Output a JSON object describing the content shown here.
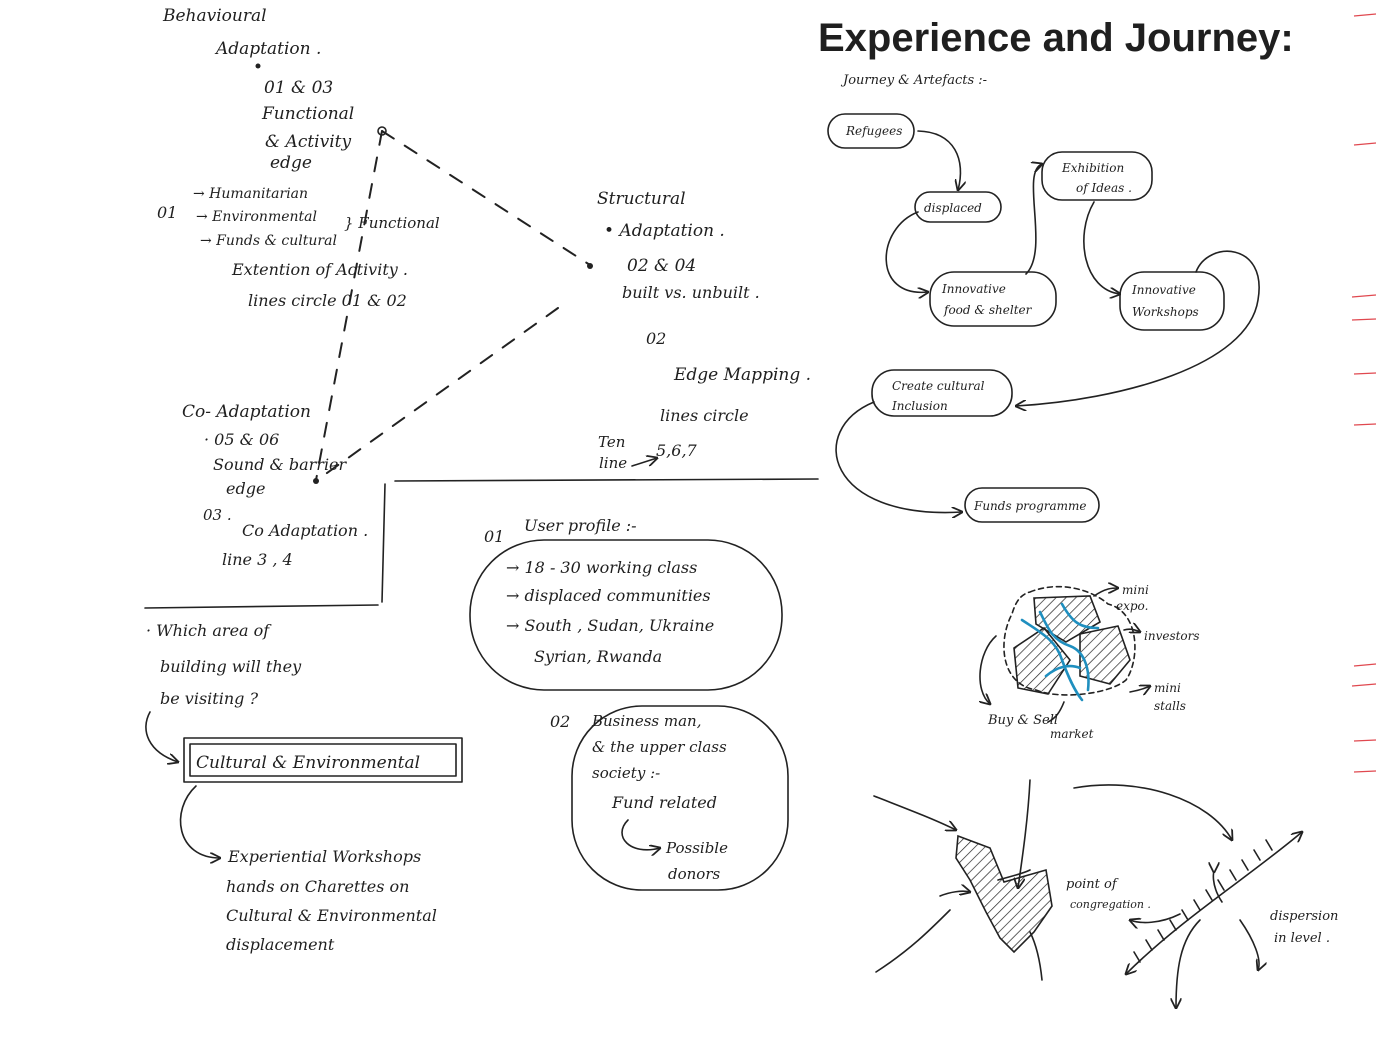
{
  "title": "Experience and Journey:",
  "accent_color": "#d6252f",
  "ink_color": "#222222",
  "sketch_color": "#1f8fbf",
  "adaptation_diagram": {
    "behavioural": {
      "lines": [
        "Behavioural",
        "Adaptation .",
        "01 & 03",
        "Functional",
        "& Activity",
        "edge"
      ]
    },
    "functional_list": {
      "number": "01",
      "items": [
        "→ Humanitarian",
        "→ Environmental",
        "→ Funds & cultural"
      ],
      "group_label": "} Functional",
      "extension_lines": [
        "Extention of Activity .",
        "lines circle   01 & 02"
      ]
    },
    "structural": {
      "lines": [
        "Structural",
        "• Adaptation .",
        "02 & 04",
        "built vs. unbuilt ."
      ],
      "edge_mapping": [
        "02",
        "Edge Mapping .",
        "lines circle"
      ],
      "ten_line": [
        "Ten",
        "line"
      ],
      "ten_value": "5,6,7"
    },
    "co_adaptation": {
      "lines": [
        "Co- Adaptation",
        "· 05 & 06",
        "Sound & barrier",
        "edge"
      ],
      "note_number": "03 .",
      "note_lines": [
        "Co Adaptation .",
        "line 3 , 4"
      ]
    }
  },
  "journey": {
    "heading": "Journey & Artefacts :-",
    "nodes": {
      "refugees": "Refugees",
      "displaced": "displaced",
      "exhibition": [
        "Exhibition",
        "of Ideas ."
      ],
      "innovative_food": [
        "Innovative",
        "food & shelter"
      ],
      "innovative_workshops": [
        "Innovative",
        "Workshops"
      ],
      "cultural_inclusion": [
        "Create cultural",
        "Inclusion"
      ],
      "funds_programme": "Funds programme"
    }
  },
  "user_profile": {
    "number_01": "01",
    "heading": "User profile :-",
    "items": [
      "→  18 - 30  working class",
      "→  displaced  communities",
      "→  South , Sudan, Ukraine",
      "Syrian,  Rwanda"
    ],
    "number_02": "02",
    "group_two": [
      "Business man,",
      "& the upper class",
      "society :-",
      "Fund related"
    ],
    "donors": [
      "Possible",
      "donors"
    ]
  },
  "visit": {
    "question": [
      "· Which area of",
      "building will they",
      "be visiting ?"
    ],
    "box_label": "Cultural  & Environmental",
    "outcome": [
      "Experiential  Workshops",
      "hands on Charettes on",
      "Cultural  &  Environmental",
      "displacement"
    ]
  },
  "sketch_top": {
    "labels": [
      "mini",
      "expo.",
      "investors",
      "mini",
      "stalls",
      "Buy & Sell",
      "market"
    ]
  },
  "sketch_bottom": {
    "labels": [
      "point of",
      "congregation .",
      "dispersion",
      "in level ."
    ]
  }
}
